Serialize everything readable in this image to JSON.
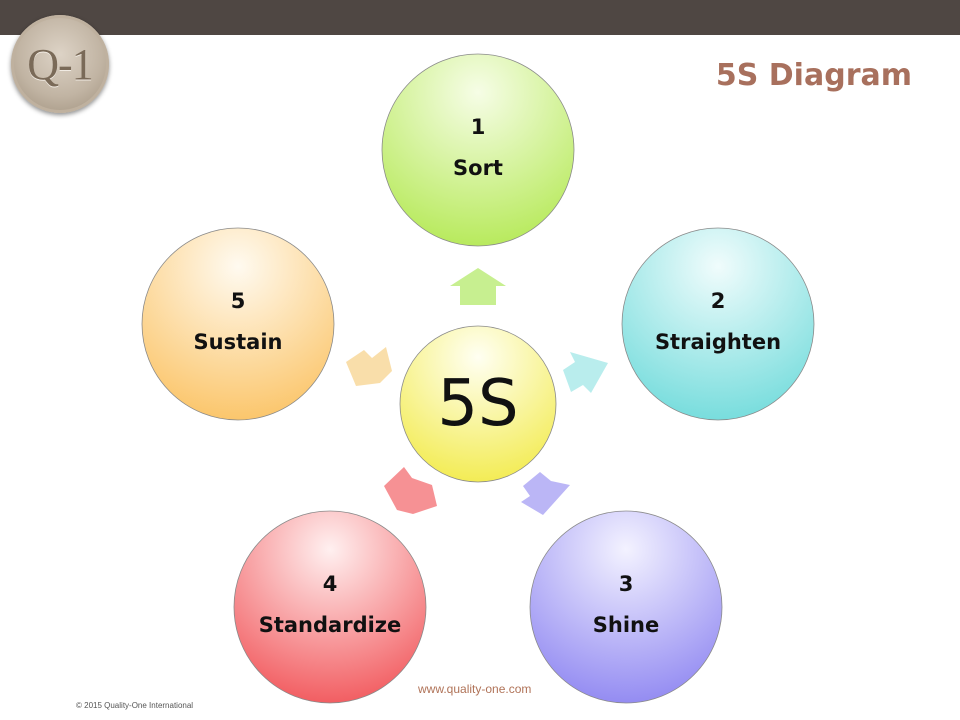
{
  "header": {
    "logo_text": "Q-1",
    "title": "5S Diagram"
  },
  "diagram": {
    "center_label": "5S",
    "nodes": [
      {
        "number": "1",
        "label": "Sort",
        "color": "#c8f07a"
      },
      {
        "number": "2",
        "label": "Straighten",
        "color": "#8fe3e3"
      },
      {
        "number": "3",
        "label": "Shine",
        "color": "#a9a3f5"
      },
      {
        "number": "4",
        "label": "Standardize",
        "color": "#f4777a"
      },
      {
        "number": "5",
        "label": "Sustain",
        "color": "#fbd08a"
      }
    ],
    "center_color": "#f5ef6a"
  },
  "footer": {
    "website": "www.quality-one.com",
    "copyright": "© 2015 Quality-One International"
  }
}
